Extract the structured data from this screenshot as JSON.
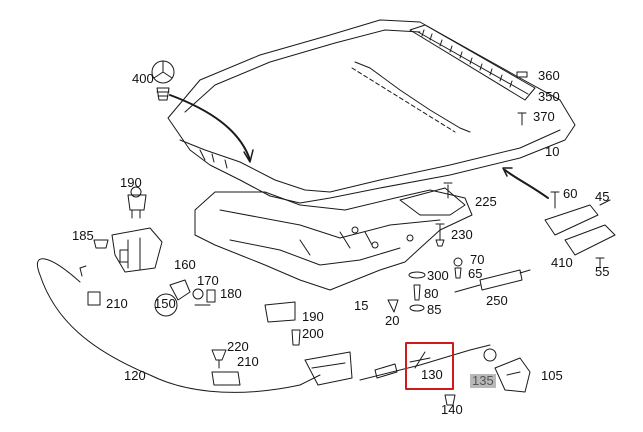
{
  "diagram": {
    "highlight_color": "#d11b1b",
    "shade_color": "#b9b9b9",
    "callouts": {
      "c400": "400",
      "c360": "360",
      "c350": "350",
      "c370": "370",
      "c10": "10",
      "c190a": "190",
      "c185": "185",
      "c160": "160",
      "c170": "170",
      "c180": "180",
      "c210a": "210",
      "c150": "150",
      "c225": "225",
      "c230": "230",
      "c60": "60",
      "c45": "45",
      "c410": "410",
      "c55": "55",
      "c70": "70",
      "c65": "65",
      "c300": "300",
      "c80": "80",
      "c85": "85",
      "c250": "250",
      "c15": "15",
      "c20": "20",
      "c190b": "190",
      "c200": "200",
      "c220": "220",
      "c210b": "210",
      "c120": "120",
      "c130": "130",
      "c135": "135",
      "c105": "105",
      "c140": "140"
    }
  }
}
